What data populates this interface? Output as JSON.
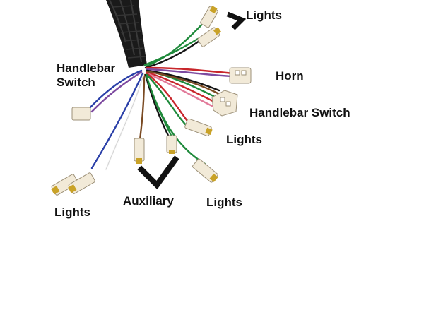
{
  "labels": {
    "lights_top": "Lights",
    "horn": "Horn",
    "handlebar_switch_right": "Handlebar Switch",
    "lights_mid_right": "Lights",
    "handlebar_switch_left_line1": "Handlebar",
    "handlebar_switch_left_line2": "Switch",
    "auxiliary": "Auxiliary",
    "lights_bottom_center": "Lights",
    "lights_bottom_left": "Lights"
  },
  "colors": {
    "background": "#ffffff",
    "harness_sleeve": "#1a1a1a",
    "connector_body": "#f2ead8",
    "terminal_brass": "#c9a227",
    "wire_green": "#1f8a3b",
    "wire_red": "#c8262b",
    "wire_blue": "#2a3fa8",
    "wire_white": "#f4f4f4",
    "wire_brown": "#7a4a22",
    "wire_black": "#141414",
    "wire_purple": "#7d4aa0",
    "wire_pink": "#e27a9a"
  },
  "icons": [
    "checkmark-icon",
    "chevron-icon"
  ]
}
